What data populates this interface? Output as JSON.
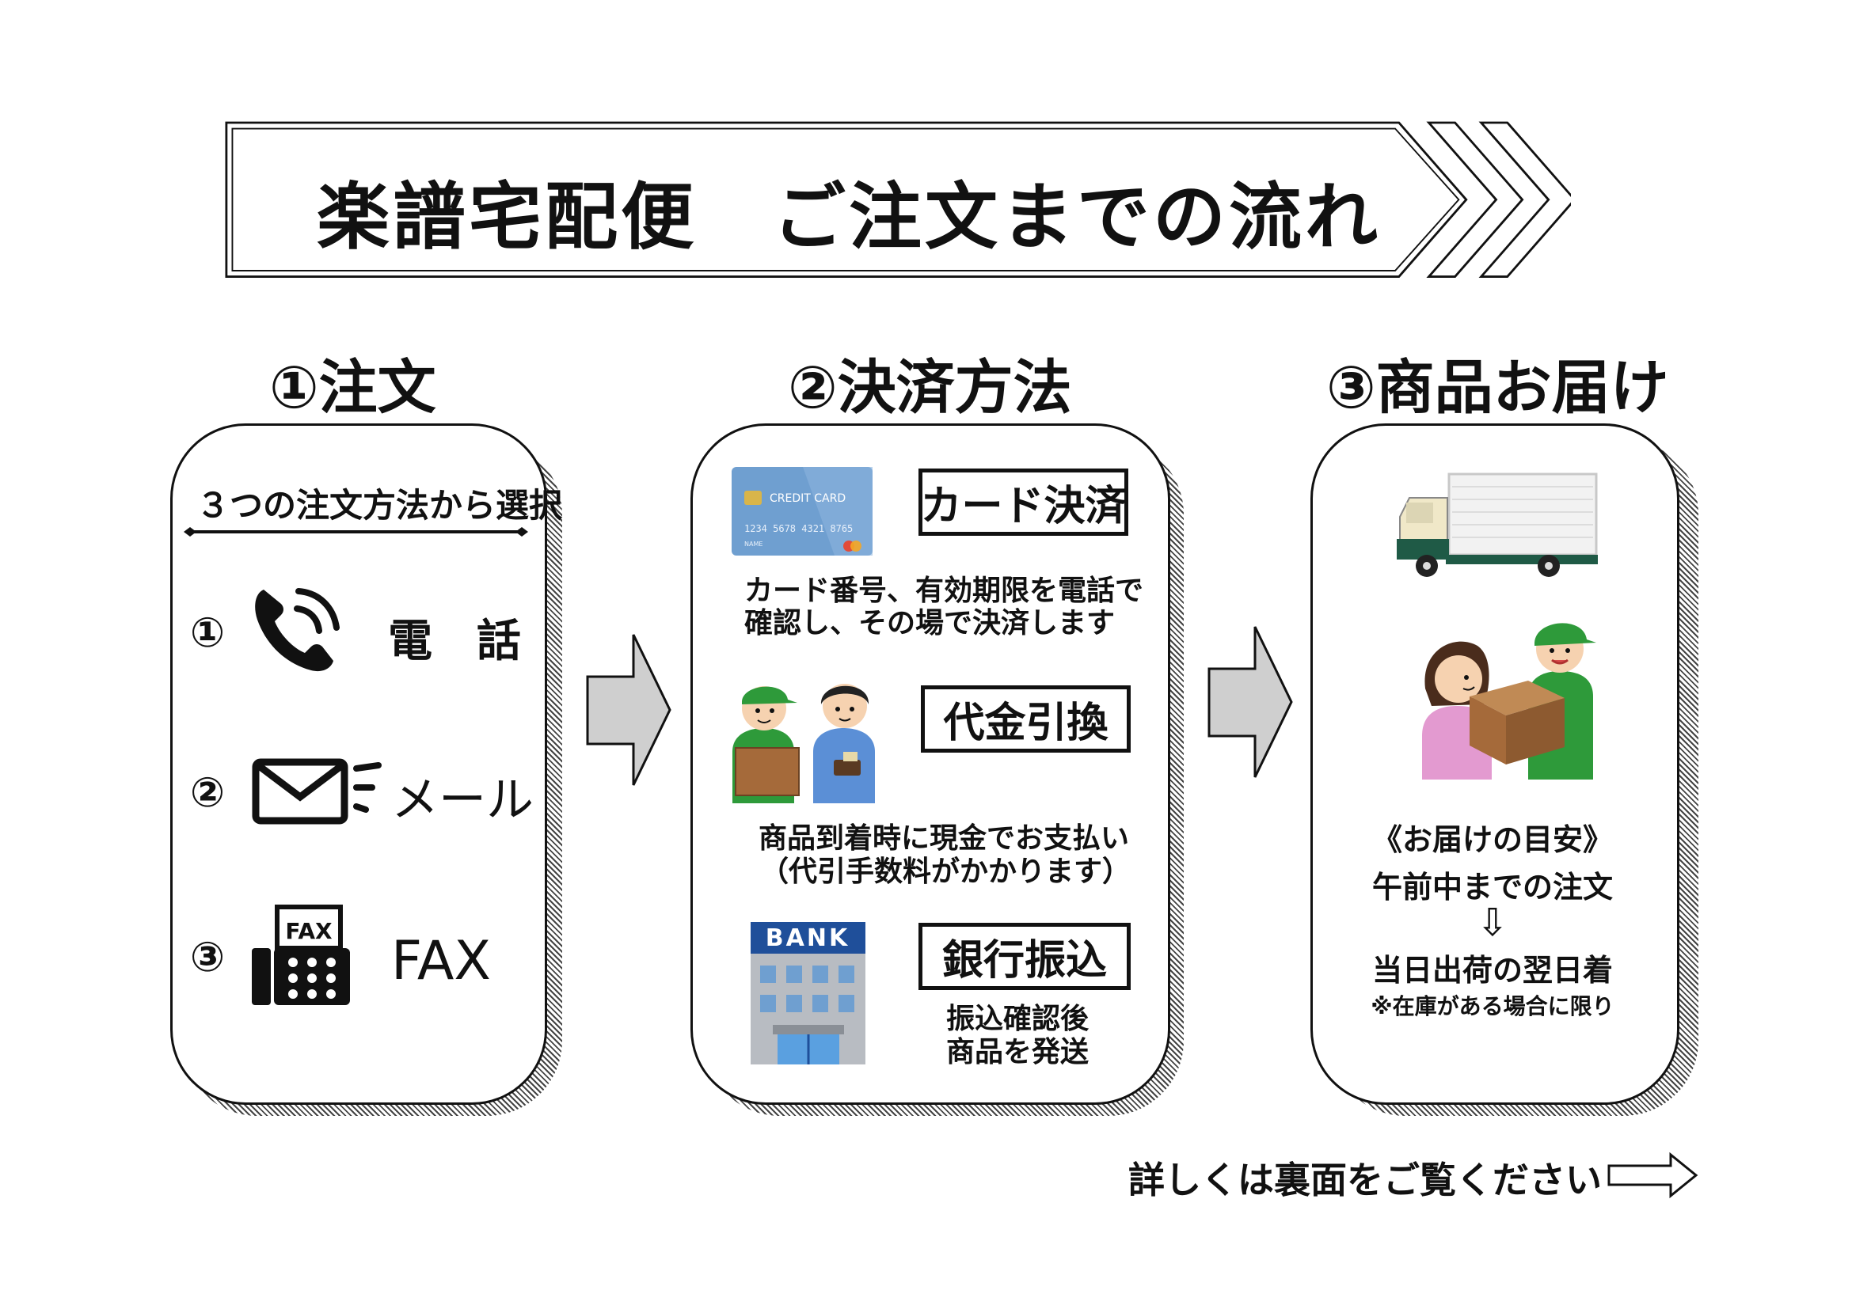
{
  "title": "楽譜宅配便　ご注文までの流れ",
  "steps": {
    "order": {
      "heading": "①注文",
      "subtitle": "３つの注文方法から選択",
      "methods": [
        {
          "num": "①",
          "label": "電　話",
          "icon": "phone-icon"
        },
        {
          "num": "②",
          "label": "メール",
          "icon": "mail-icon"
        },
        {
          "num": "③",
          "label": "FAX",
          "icon": "fax-icon",
          "icon_text": "FAX"
        }
      ]
    },
    "payment": {
      "heading": "②決済方法",
      "options": [
        {
          "label": "カード決済",
          "icon": "credit-card-icon",
          "card_text": "CREDIT CARD",
          "card_number": "1234 5678 4321 8765",
          "card_name": "NAME",
          "desc1": "カード番号、有効期限を電話で",
          "desc2": "確認し、その場で決済します"
        },
        {
          "label": "代金引換",
          "icon": "cash-on-delivery-icon",
          "desc1": "商品到着時に現金でお支払い",
          "desc2": "（代引手数料がかかります）"
        },
        {
          "label": "銀行振込",
          "icon": "bank-icon",
          "bank_text": "BANK",
          "desc1": "振込確認後",
          "desc2": "商品を発送"
        }
      ]
    },
    "delivery": {
      "heading": "③商品お届け",
      "guide_title": "《お届けの目安》",
      "line1": "午前中までの注文",
      "arrow": "⇩",
      "line2": "当日出荷の翌日着",
      "note": "※在庫がある場合に限り"
    }
  },
  "footer": "詳しくは裏面をご覧ください",
  "colors": {
    "green": "#2e9a3a",
    "gray_arrow": "#cfcfcf",
    "card_blue": "#6f9fd0",
    "bank_blue": "#1f4f9a"
  }
}
